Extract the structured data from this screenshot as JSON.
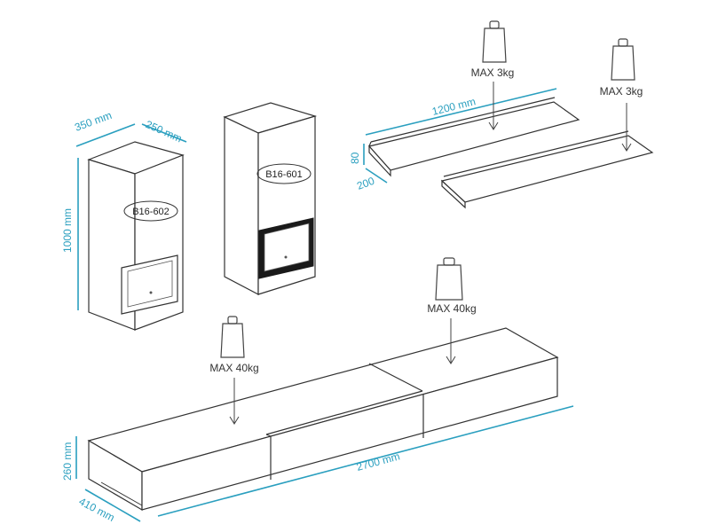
{
  "colors": {
    "dimension": "#2a9fbf",
    "outline": "#333333",
    "glass_frame": "#1a1a1a"
  },
  "cabinets": {
    "left": {
      "code": "B16-602",
      "width": "350 mm",
      "depth": "250 mm",
      "height": "1000 mm"
    },
    "right": {
      "code": "B16-601"
    }
  },
  "shelves": {
    "length": "1200 mm",
    "height": "80",
    "depth": "200",
    "load_left": "MAX  3kg",
    "load_right": "MAX  3kg"
  },
  "tv_unit": {
    "length": "2700 mm",
    "height": "260 mm",
    "depth": "410 mm",
    "load_left": "MAX  40kg",
    "load_right": "MAX  40kg"
  }
}
